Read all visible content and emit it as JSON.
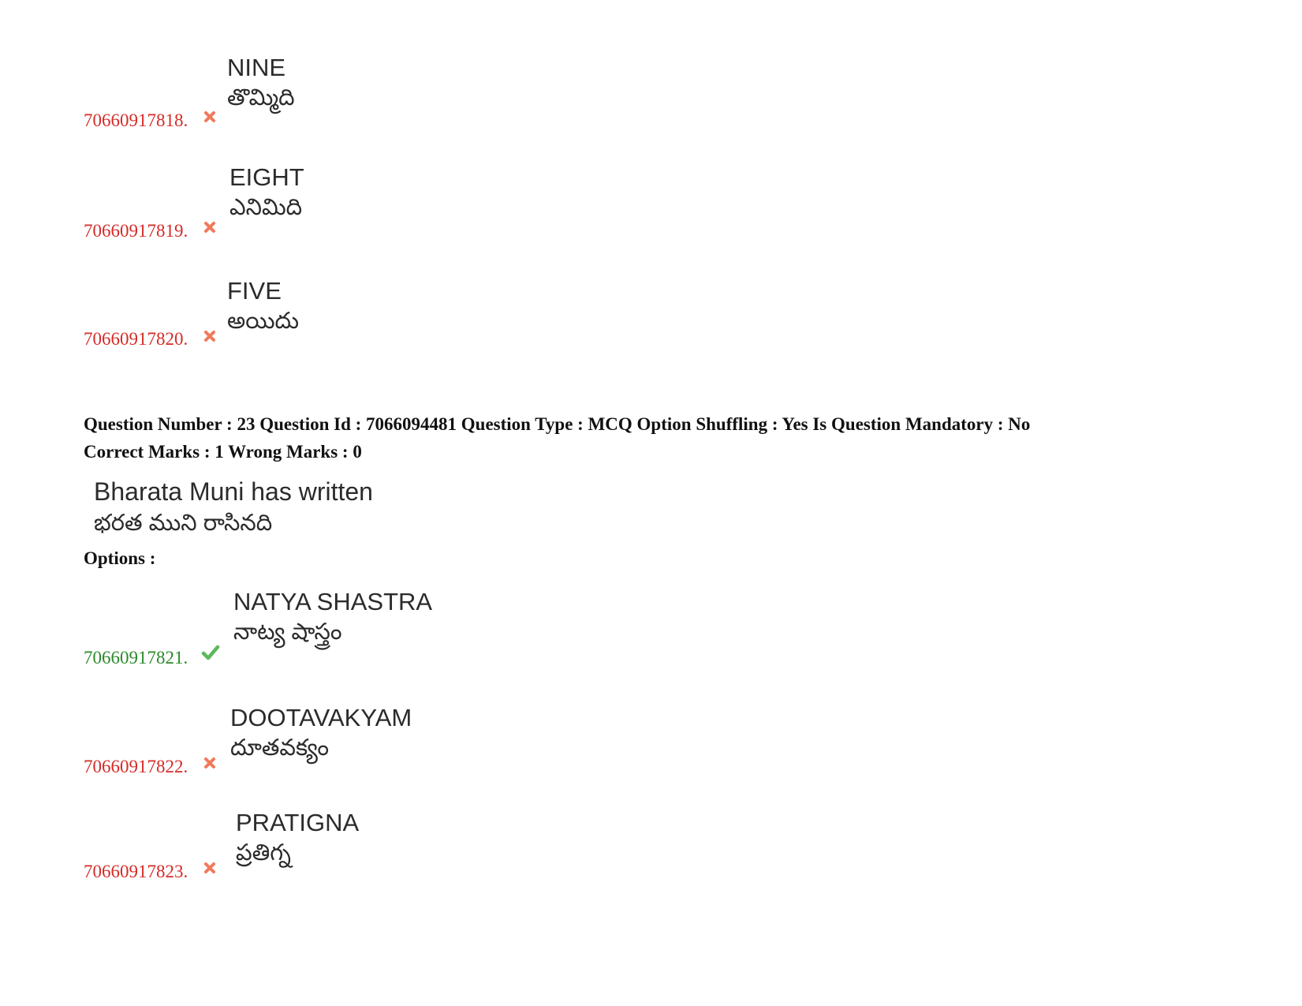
{
  "previous_options": [
    {
      "id": "70660917818.",
      "status": "wrong",
      "english": "NINE",
      "telugu": "తొమ్మిది"
    },
    {
      "id": "70660917819.",
      "status": "wrong",
      "english": "EIGHT",
      "telugu": "ఎనిమిది"
    },
    {
      "id": "70660917820.",
      "status": "wrong",
      "english": "FIVE",
      "telugu": "అయిదు"
    }
  ],
  "question": {
    "header_line1": "Question Number : 23 Question Id : 7066094481 Question Type : MCQ Option Shuffling : Yes Is Question Mandatory : No",
    "header_line2": "Correct Marks : 1 Wrong Marks : 0",
    "stem_english": "Bharata Muni has written",
    "stem_telugu": "భరత ముని రాసినది",
    "options_label": "Options :"
  },
  "options": [
    {
      "id": "70660917821.",
      "status": "correct",
      "english": "NATYA SHASTRA",
      "telugu": "నాట్య షాస్త్రం"
    },
    {
      "id": "70660917822.",
      "status": "wrong",
      "english": "DOOTAVAKYAM",
      "telugu": "దూతవక్యం"
    },
    {
      "id": "70660917823.",
      "status": "wrong",
      "english": "PRATIGNA",
      "telugu": "ప్రతిగ్న"
    }
  ],
  "colors": {
    "wrong": "#d52b27",
    "correct": "#2a8a2a",
    "wrong_mark": "#f07a5a",
    "correct_mark": "#5cb85c"
  }
}
